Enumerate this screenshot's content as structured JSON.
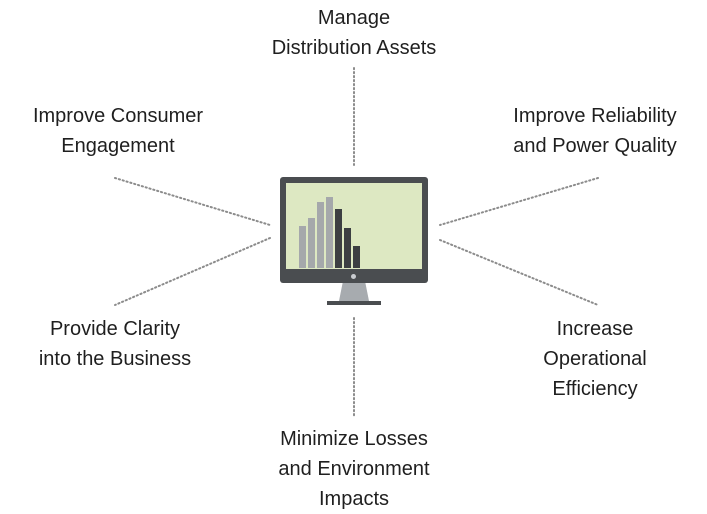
{
  "center": {
    "icon": "monitor-bar-chart-icon",
    "bar_levels": [
      0.55,
      0.66,
      0.87,
      0.93,
      0.78,
      0.53,
      0.29
    ],
    "bar_colors": [
      "#a5a8ab",
      "#a5a8ab",
      "#a5a8ab",
      "#a5a8ab",
      "#3c3f42",
      "#3c3f42",
      "#3c3f42"
    ],
    "screen_color": "#dde8c2",
    "bezel_color": "#4a4d50"
  },
  "goals": {
    "top": [
      "Manage",
      "Distribution Assets"
    ],
    "top_left": [
      "Improve Consumer",
      "Engagement"
    ],
    "top_right": [
      "Improve Reliability",
      "and Power Quality"
    ],
    "bottom_left": [
      "Provide Clarity",
      "into the Business"
    ],
    "bottom_right": [
      "Increase",
      "Operational",
      "Efficiency"
    ],
    "bottom": [
      "Minimize Losses",
      "and Environment",
      "Impacts"
    ]
  },
  "connector_color": "#8c8c8c"
}
